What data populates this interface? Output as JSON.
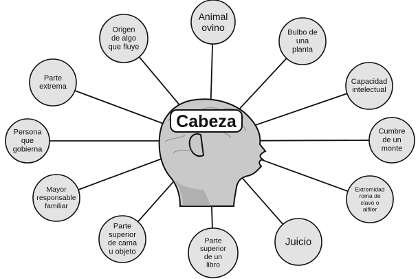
{
  "center": {
    "label": "Cabeza"
  },
  "nodes": [
    {
      "id": "animal-ovino",
      "lines": [
        "Animal",
        "ovino"
      ]
    },
    {
      "id": "bulbo-planta",
      "lines": [
        "Bulbo de",
        "una",
        "planta"
      ]
    },
    {
      "id": "capacidad-intelectual",
      "lines": [
        "Capacidad",
        "intelectual"
      ]
    },
    {
      "id": "cumbre-monte",
      "lines": [
        "Cumbre",
        "de un",
        "monte"
      ]
    },
    {
      "id": "extremidad-clavo",
      "lines": [
        "Extremidad",
        "roma de",
        "clavo o",
        "alfiler"
      ]
    },
    {
      "id": "juicio",
      "lines": [
        "Juicio"
      ]
    },
    {
      "id": "parte-superior-libro",
      "lines": [
        "Parte",
        "superior",
        "de un",
        "libro"
      ]
    },
    {
      "id": "parte-superior-cama",
      "lines": [
        "Parte",
        "superior",
        "de cama",
        "u objeto"
      ]
    },
    {
      "id": "mayor-responsable",
      "lines": [
        "Mayor",
        "responsable",
        "familiar"
      ]
    },
    {
      "id": "persona-gobierna",
      "lines": [
        "Persona",
        "que",
        "gobierna"
      ]
    },
    {
      "id": "parte-extrema",
      "lines": [
        "Parte",
        "extrema"
      ]
    },
    {
      "id": "origen-algo",
      "lines": [
        "Origen",
        "de algo",
        "que fluye"
      ]
    }
  ]
}
